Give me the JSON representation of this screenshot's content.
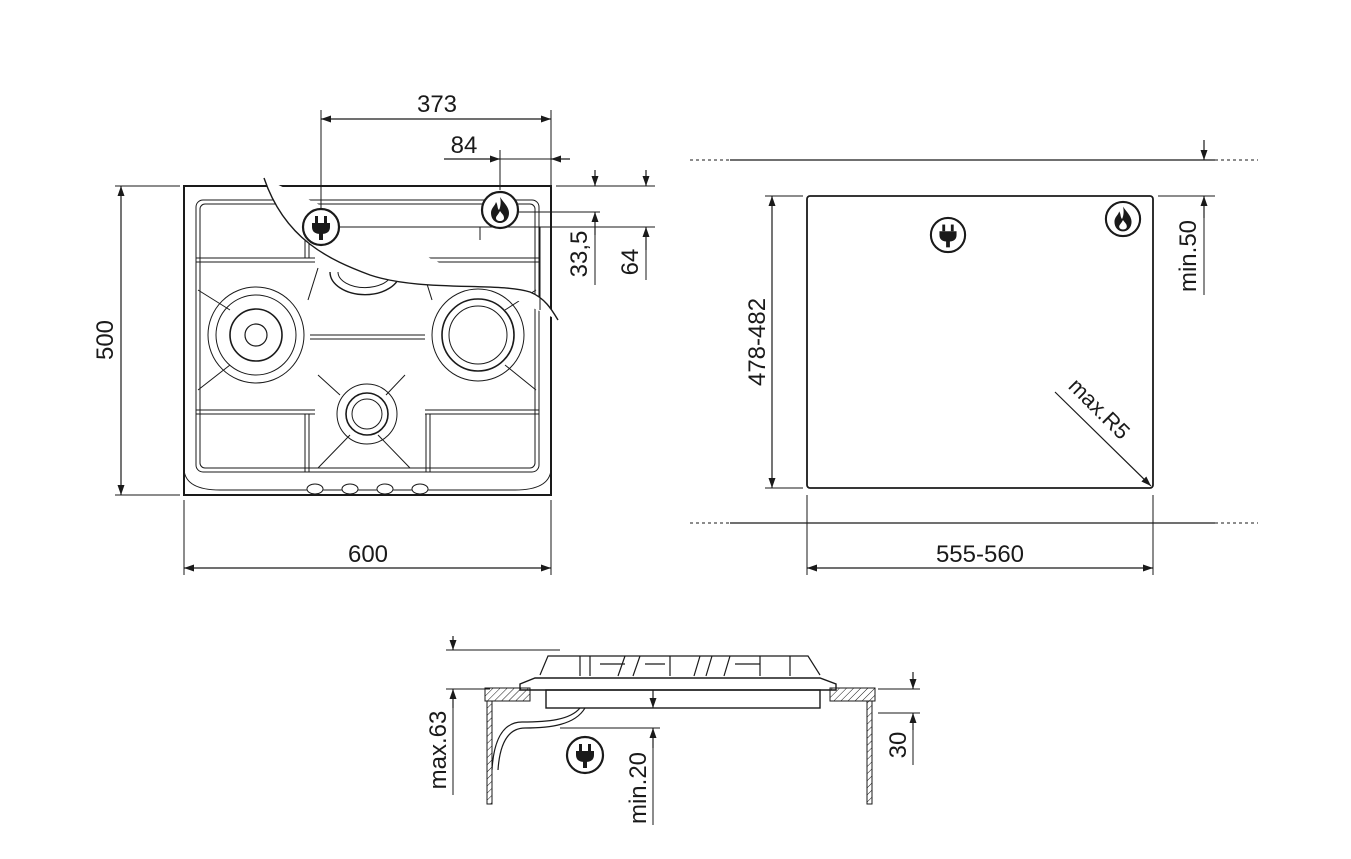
{
  "diagram": {
    "top_view": {
      "dim_width": "600",
      "dim_depth": "500",
      "dim_gas_from_left": "373",
      "dim_gas_from_right": "84",
      "dim_gas_from_top": "33,5",
      "dim_plug_from_top": "64"
    },
    "cutout_view": {
      "dim_width": "555-560",
      "dim_depth": "478-482",
      "dim_wall_clearance": "min.50",
      "dim_corner_radius": "max.R5"
    },
    "side_view": {
      "dim_height": "max.63",
      "dim_below_clearance": "min.20",
      "dim_worktop": "30"
    },
    "icons": [
      "electric-plug-icon",
      "gas-flame-icon"
    ],
    "colors": {
      "line": "#1a1a1a",
      "background": "#ffffff"
    }
  }
}
